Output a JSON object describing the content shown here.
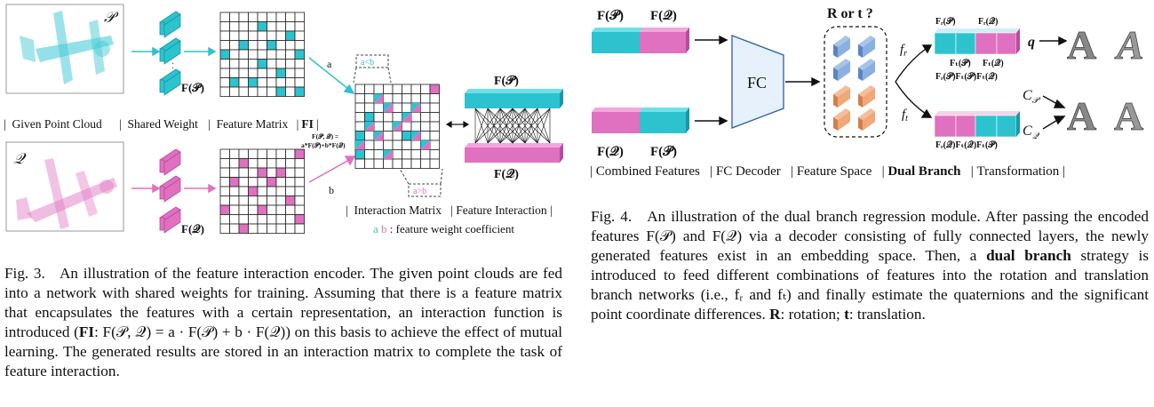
{
  "fig3": {
    "set_p_label": "𝒫",
    "set_q_label": "𝒬",
    "fp_label": "F(𝒫)",
    "fq_label": "F(𝒬)",
    "edge_a": "a",
    "edge_b": "b",
    "a_less_b": "a<b",
    "a_greater_b": "a>b",
    "fi_formula_1": "F(𝒫, 𝒬) =",
    "fi_formula_2": "a*F(𝒫)+b*F(𝒬)",
    "fi_short": "FI",
    "labels": {
      "given_point_cloud": "Given Point Cloud",
      "shared_weight": "Shared Weight",
      "feature_matrix": "Feature Matrix",
      "interaction_matrix": "Interaction Matrix",
      "feature_interaction": "Feature Interaction"
    },
    "legend_ab": "a b",
    "legend_text": ": feature weight coefficient",
    "caption": {
      "fig_label": "Fig. 3.",
      "text1": "An illustration of the feature interaction encoder. The given point clouds are fed into a network with shared weights for training. Assuming that there is a feature matrix that encapsulates the features with a certain representation, an interaction function is introduced (",
      "fi": "FI",
      "formula": ": F(𝒫, 𝒬) = a · F(𝒫) + b · F(𝒬)",
      "text2": ") on this basis to achieve the effect of mutual learning. The generated results are stored in an interaction matrix to complete the task of feature interaction."
    }
  },
  "fig4": {
    "fp": "F(𝒫)",
    "fq": "F(𝒬)",
    "fc": "FC",
    "r_or_t": "R or t ?",
    "fr": "f",
    "fr_sub": "r",
    "ft": "f",
    "ft_sub": "t",
    "q": "q",
    "cp": "C",
    "cp_sub": "𝒫",
    "cq": "C",
    "cq_sub": "𝒬",
    "branch_top_a": "Fᵣ(𝒫)",
    "branch_top_b": "Fᵣ(𝒬)",
    "branch_top_c": "Fₜ(𝒫)",
    "branch_top_d": "Fₜ(𝒬)",
    "branch_mid": "Fᵣ(𝒫)Fₜ(𝒫)Fₜ(𝒬)",
    "branch_bot": "Fᵣ(𝒬)Fₜ(𝒬)Fₜ(𝒫)",
    "glyph": "A",
    "labels": {
      "combined_features": "Combined Features",
      "fc_decoder": "FC Decoder",
      "feature_space": "Feature Space",
      "dual_branch": "Dual Branch",
      "transformation": "Transformation"
    },
    "caption": {
      "fig_label": "Fig. 4.",
      "text1": "An illustration of the dual branch regression module. After passing the encoded features F(𝒫) and F(𝒬) via a decoder consisting of fully connected layers, the newly generated features exist in an embedding space. Then, a ",
      "bold": "dual branch",
      "text2": " strategy is introduced to feed different combinations of features into the rotation and translation branch networks (i.e., fᵣ and fₜ) and finally estimate the quaternions and the significant point coordinate differences. ",
      "r": "R",
      "text3": ": rotation; ",
      "t": "t",
      "text4": ": translation."
    }
  },
  "colors": {
    "cyan": "#2cc3cf",
    "cyan_dark": "#1898a6",
    "pink": "#e070c0",
    "pink_dark": "#b84c9c",
    "blue_cube": "#8ab0e0",
    "orange_cube": "#f0a878",
    "fc_fill": "#e6f1fb",
    "fc_stroke": "#2c5ea8"
  }
}
